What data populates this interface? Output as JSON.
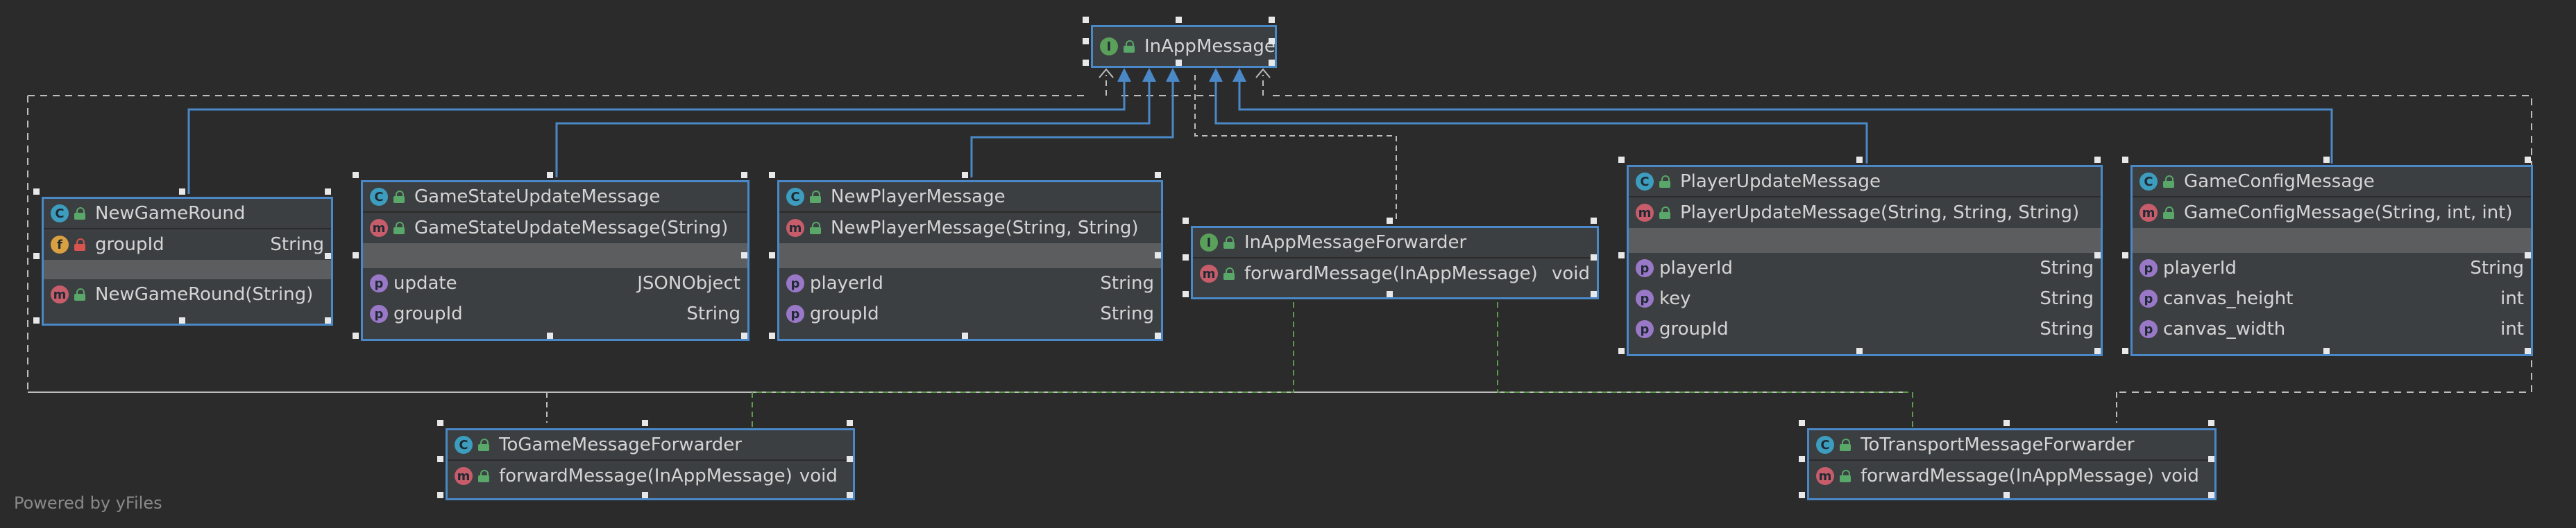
{
  "diagram": {
    "powered_by": "Powered by yFiles",
    "colors": {
      "background": "#2b2b2b",
      "node_fill": "#3c3f41",
      "node_border": "#4a88c7",
      "inheritance_edge": "#4a88c7",
      "realization_edge": "#5e9c4d",
      "group_border": "#bdbdbd"
    },
    "nodes": {
      "in_app_message": {
        "title": "InAppMessage",
        "kind": "interface-icon"
      },
      "new_game_round": {
        "title": "NewGameRound",
        "kind": "class-icon",
        "fields": [
          {
            "name": "groupId",
            "type": "String",
            "kind": "field-icon"
          }
        ],
        "methods": [
          {
            "name": "NewGameRound(String)",
            "kind": "method-icon"
          }
        ]
      },
      "game_state_update_message": {
        "title": "GameStateUpdateMessage",
        "kind": "class-icon",
        "methods": [
          {
            "name": "GameStateUpdateMessage(String)",
            "kind": "method-icon"
          }
        ],
        "properties": [
          {
            "name": "update",
            "type": "JSONObject",
            "kind": "property-icon"
          },
          {
            "name": "groupId",
            "type": "String",
            "kind": "property-icon"
          }
        ]
      },
      "new_player_message": {
        "title": "NewPlayerMessage",
        "kind": "class-icon",
        "methods": [
          {
            "name": "NewPlayerMessage(String, String)",
            "kind": "method-icon"
          }
        ],
        "properties": [
          {
            "name": "playerId",
            "type": "String",
            "kind": "property-icon"
          },
          {
            "name": "groupId",
            "type": "String",
            "kind": "property-icon"
          }
        ]
      },
      "in_app_message_forwarder": {
        "title": "InAppMessageForwarder",
        "kind": "interface-icon",
        "methods": [
          {
            "name": "forwardMessage(InAppMessage)",
            "type": "void",
            "kind": "method-icon"
          }
        ]
      },
      "player_update_message": {
        "title": "PlayerUpdateMessage",
        "kind": "class-icon",
        "methods": [
          {
            "name": "PlayerUpdateMessage(String, String, String)",
            "kind": "method-icon"
          }
        ],
        "properties": [
          {
            "name": "playerId",
            "type": "String",
            "kind": "property-icon"
          },
          {
            "name": "key",
            "type": "String",
            "kind": "property-icon"
          },
          {
            "name": "groupId",
            "type": "String",
            "kind": "property-icon"
          }
        ]
      },
      "game_config_message": {
        "title": "GameConfigMessage",
        "kind": "class-icon",
        "methods": [
          {
            "name": "GameConfigMessage(String, int, int)",
            "kind": "method-icon"
          }
        ],
        "properties": [
          {
            "name": "playerId",
            "type": "String",
            "kind": "property-icon"
          },
          {
            "name": "canvas_height",
            "type": "int",
            "kind": "property-icon"
          },
          {
            "name": "canvas_width",
            "type": "int",
            "kind": "property-icon"
          }
        ]
      },
      "to_game_message_forwarder": {
        "title": "ToGameMessageForwarder",
        "kind": "class-icon",
        "methods": [
          {
            "name": "forwardMessage(InAppMessage)",
            "type": "void",
            "kind": "method-icon"
          }
        ]
      },
      "to_transport_message_forwarder": {
        "title": "ToTransportMessageForwarder",
        "kind": "class-icon",
        "methods": [
          {
            "name": "forwardMessage(InAppMessage)",
            "type": "void",
            "kind": "method-icon"
          }
        ]
      }
    }
  }
}
